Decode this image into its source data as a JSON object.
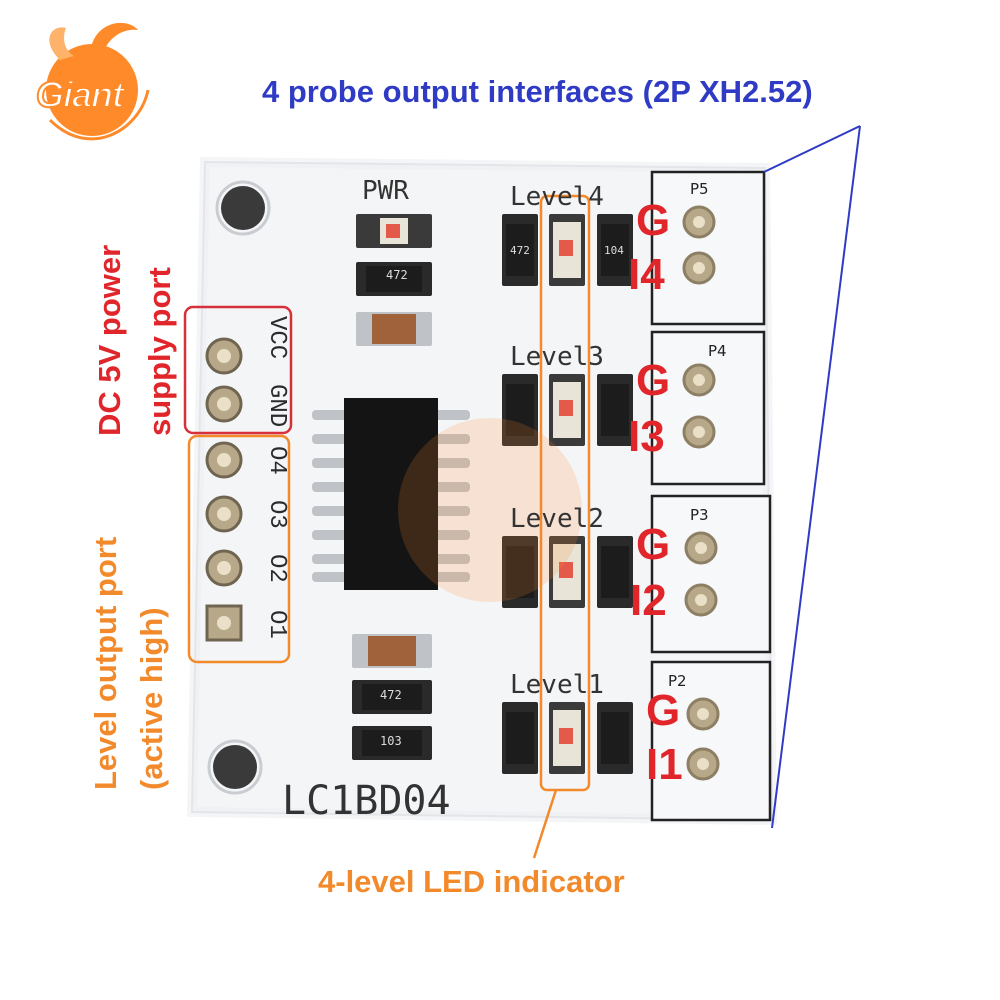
{
  "logo": {
    "text": "Giant"
  },
  "annotations": {
    "probe_interfaces": "4 probe output interfaces (2P XH2.52)",
    "power_port_line1": "DC 5V power",
    "power_port_line2": "supply port",
    "level_output_line1": "Level output port",
    "level_output_line2": "(active high)",
    "led_indicator": "4-level LED indicator"
  },
  "board": {
    "model": "LC1BD04",
    "pwr_label": "PWR",
    "pins": [
      "VCC",
      "GND",
      "O4",
      "O3",
      "O2",
      "O1"
    ],
    "levels": [
      "Level4",
      "Level3",
      "Level2",
      "Level1"
    ],
    "connectors": [
      "P5",
      "P4",
      "P3",
      "P2"
    ],
    "probe_labels": [
      {
        "g": "G",
        "i": "I4"
      },
      {
        "g": "G",
        "i": "I3"
      },
      {
        "g": "G",
        "i": "I2"
      },
      {
        "g": "G",
        "i": "I1"
      }
    ],
    "resistor_codes": {
      "r472": "472",
      "r104": "104",
      "r103": "103"
    }
  },
  "colors": {
    "blue_text": "#2f3bc4",
    "red_text": "#e0262b",
    "orange_text": "#f28a2c",
    "board": "#f4f5f7"
  }
}
